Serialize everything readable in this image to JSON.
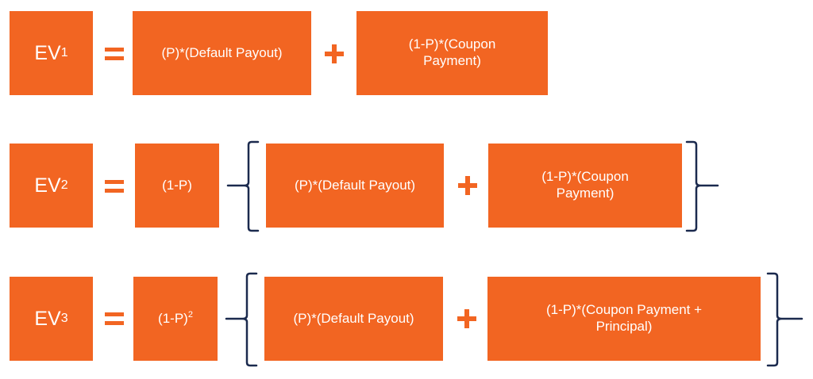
{
  "rows": [
    {
      "ev_label": "EV",
      "ev_sub": "1",
      "equals": "=",
      "term_default": "(P)*(Default Payout)",
      "plus": "+",
      "term_coupon_line1": "(1-P)*(Coupon",
      "term_coupon_line2": "Payment)"
    },
    {
      "ev_label": "EV",
      "ev_sub": "2",
      "equals": "=",
      "factor": "(1-P)",
      "term_default": "(P)*(Default Payout)",
      "plus": "+",
      "term_coupon_line1": "(1-P)*(Coupon",
      "term_coupon_line2": "Payment)"
    },
    {
      "ev_label": "EV",
      "ev_sub": "3",
      "equals": "=",
      "factor": "(1-P)",
      "factor_exp": "2",
      "term_default": "(P)*(Default Payout)",
      "plus": "+",
      "term_coupon_line1": "(1-P)*(Coupon Payment +",
      "term_coupon_line2": "Principal)"
    }
  ],
  "colors": {
    "box_fill": "#f26522",
    "box_text": "#ffffff",
    "brace": "#1b2a4e",
    "background": "#ffffff"
  }
}
